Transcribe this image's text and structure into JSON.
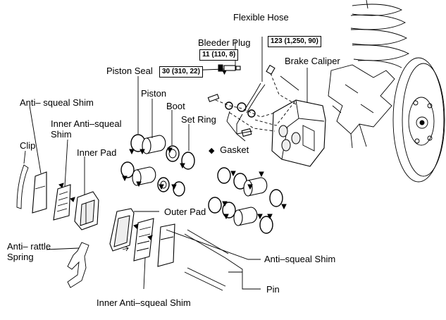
{
  "labels": {
    "flexible_hose": "Flexible Hose",
    "bleeder_plug": "Bleeder Plug",
    "piston_seal": "Piston Seal",
    "piston": "Piston",
    "brake_caliper": "Brake Caliper",
    "boot": "Boot",
    "set_ring": "Set Ring",
    "anti_squeal_shim_top": "Anti– squeal Shim",
    "inner_anti_squeal_shim_top_1": "Inner Anti–squeal",
    "inner_anti_squeal_shim_top_2": "Shim",
    "clip": "Clip",
    "inner_pad": "Inner Pad",
    "gasket": "Gasket",
    "gasket_marker": "◆",
    "outer_pad": "Outer Pad",
    "anti_rattle_spring_1": "Anti– rattle",
    "anti_rattle_spring_2": "Spring",
    "anti_squeal_shim_bottom": "Anti–squeal Shim",
    "pin": "Pin",
    "inner_anti_squeal_shim_bottom": "Inner Anti–squeal Shim"
  },
  "torque_specs": {
    "flexible_hose": "123 (1,250, 90)",
    "bleeder_plug": "11 (110, 8)",
    "piston_seal": "30 (310, 22)"
  }
}
